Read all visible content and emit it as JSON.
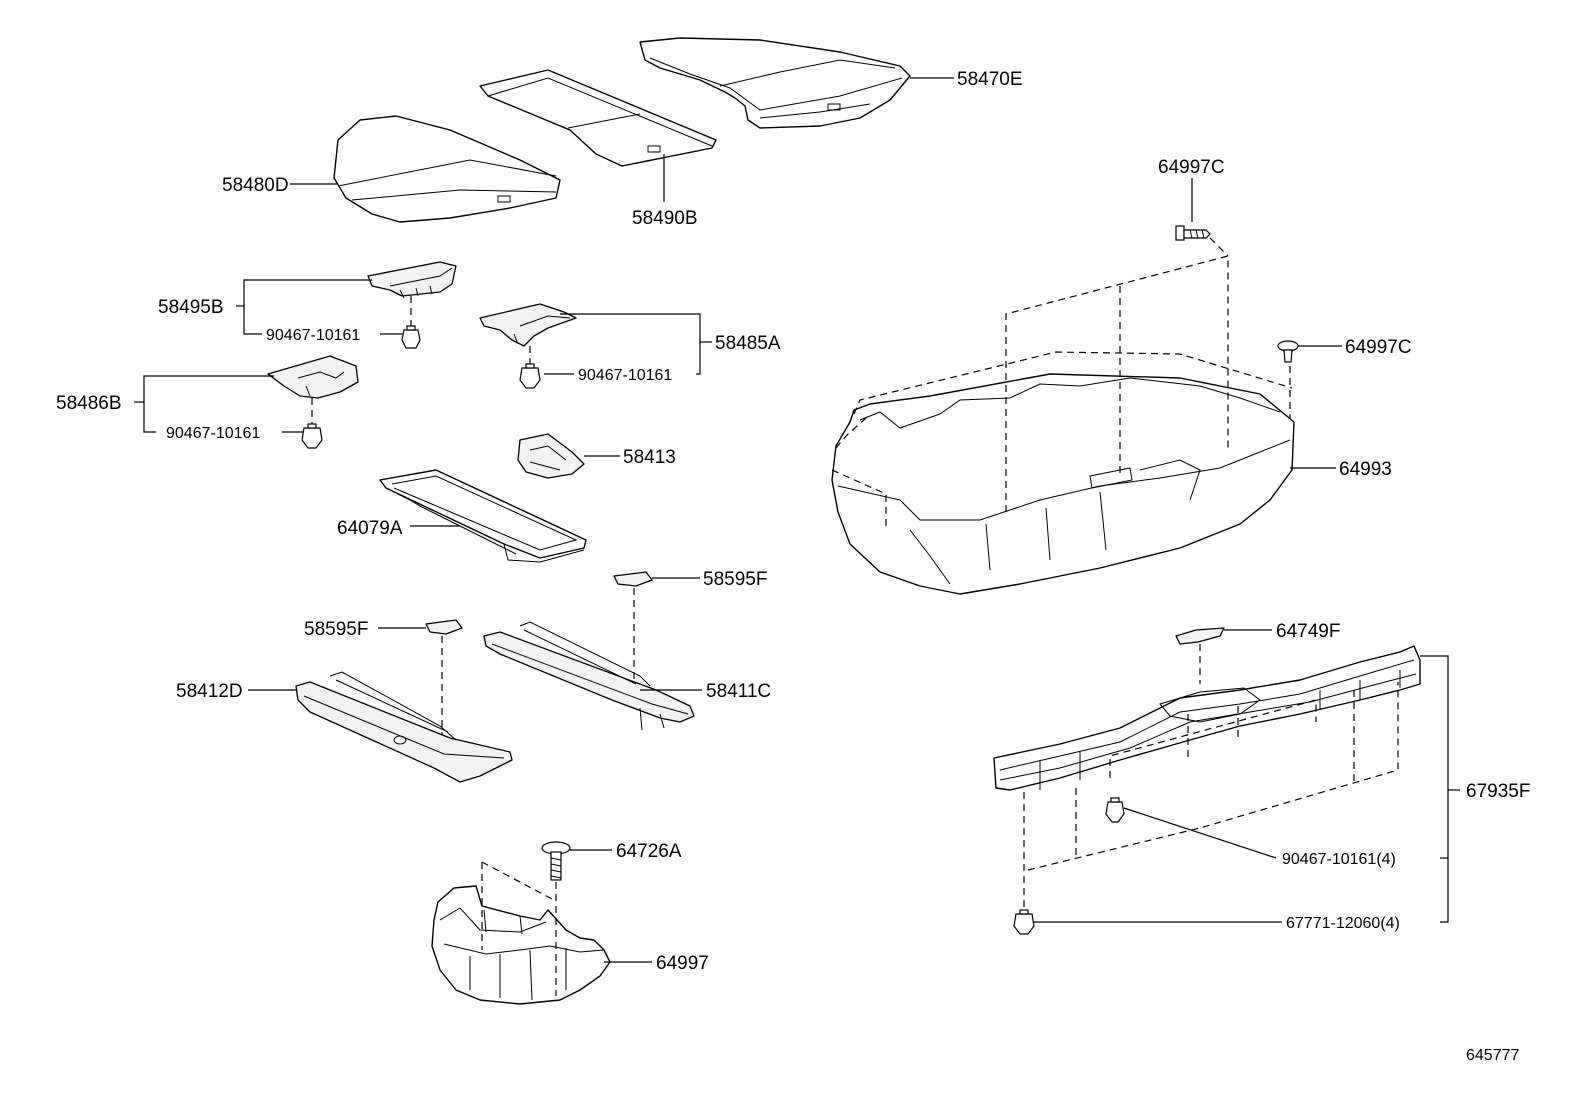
{
  "parts": {
    "p58470E": "58470E",
    "p58490B": "58490B",
    "p58480D": "58480D",
    "p64997C_top": "64997C",
    "p64997C_right": "64997C",
    "p58495B": "58495B",
    "p90467_a": "90467-10161",
    "p58485A": "58485A",
    "p90467_b": "90467-10161",
    "p58486B": "58486B",
    "p90467_c": "90467-10161",
    "p58413": "58413",
    "p64993": "64993",
    "p64079A": "64079A",
    "p58595F_right": "58595F",
    "p58595F_left": "58595F",
    "p64749F": "64749F",
    "p58412D": "58412D",
    "p58411C": "58411C",
    "p67935F": "67935F",
    "p90467_qty": "90467-10161(4)",
    "p67771_qty": "67771-12060(4)",
    "p64726A": "64726A",
    "p64997": "64997"
  },
  "diagram_id": "645777"
}
